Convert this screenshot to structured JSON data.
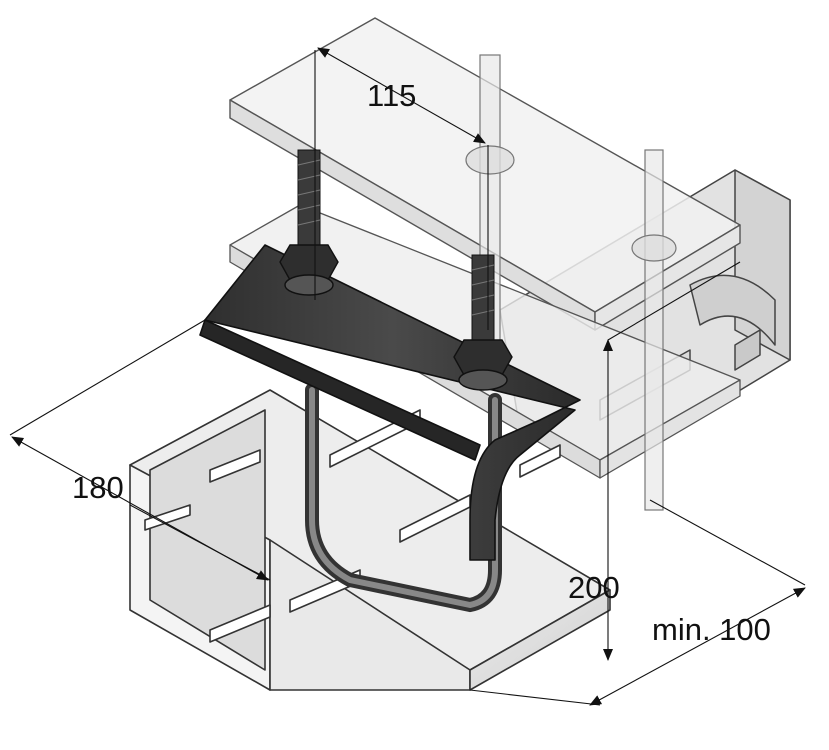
{
  "dimensions": {
    "width_top": "115",
    "depth": "180",
    "height": "200",
    "min_width": "min. 100"
  },
  "colors": {
    "line": "#222222",
    "bracket": "#3a3a3a",
    "bracket_light": "#6a6a6a",
    "metal": "#e4e4e4",
    "metal_shade": "#cfcfcf",
    "glass": "#f3f3f3"
  },
  "icons": [
    "bolt-icon",
    "nut-icon",
    "arrow-icon"
  ]
}
